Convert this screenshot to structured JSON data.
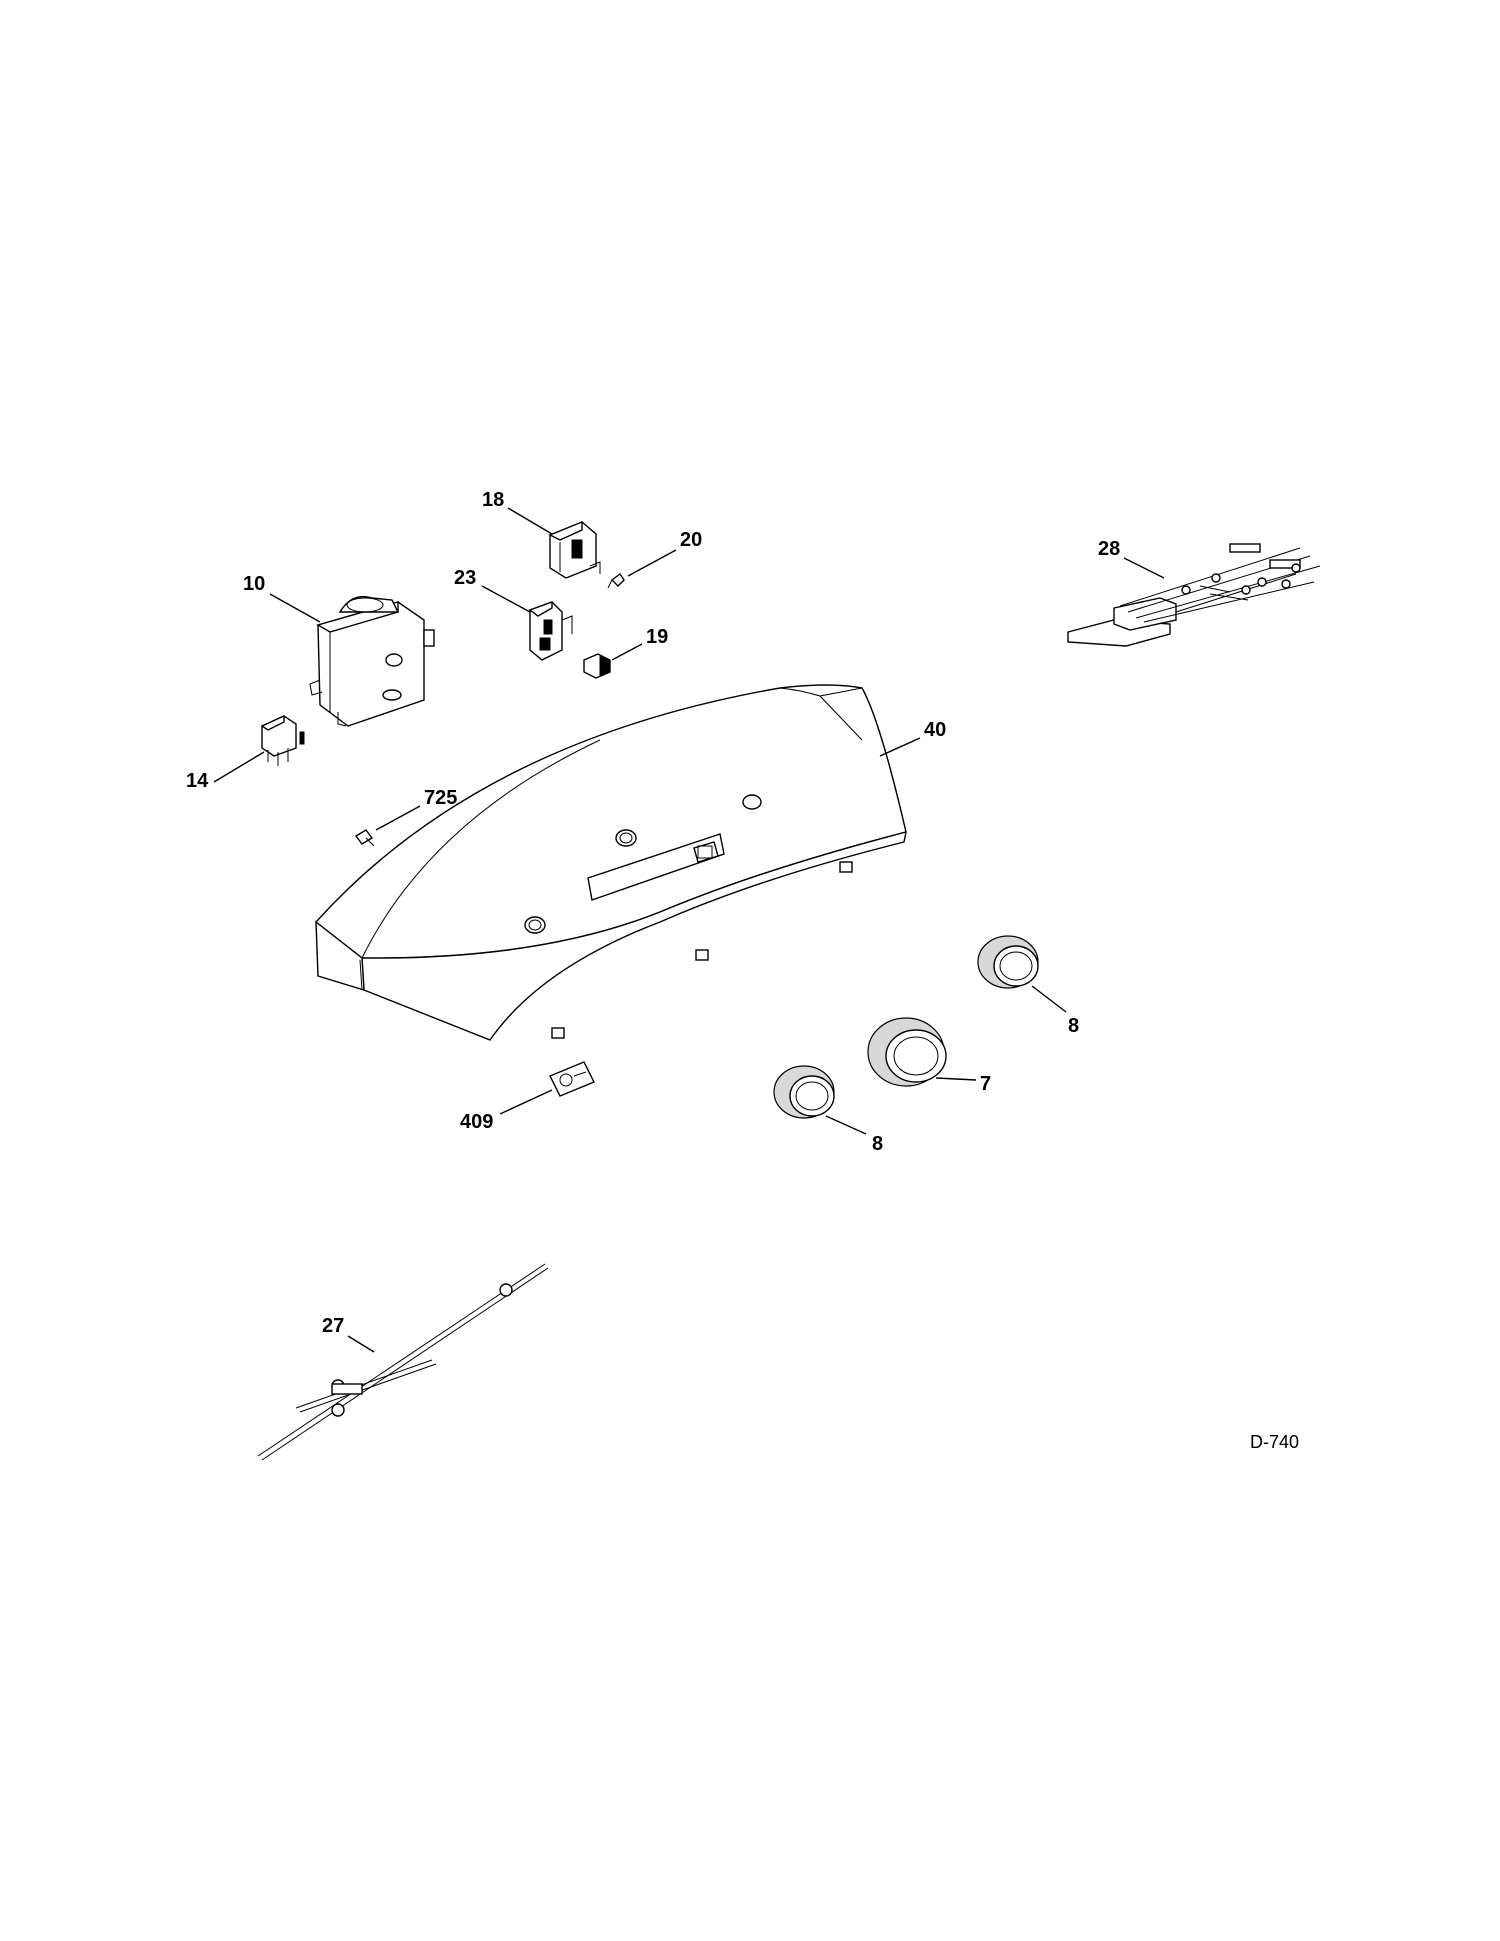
{
  "callouts": {
    "p10": "10",
    "p14": "14",
    "p18": "18",
    "p19": "19",
    "p20": "20",
    "p23": "23",
    "p28": "28",
    "p40": "40",
    "p725": "725",
    "p8a": "8",
    "p7": "7",
    "p8b": "8",
    "p409": "409",
    "p27": "27"
  },
  "drawing_code": "D-740"
}
